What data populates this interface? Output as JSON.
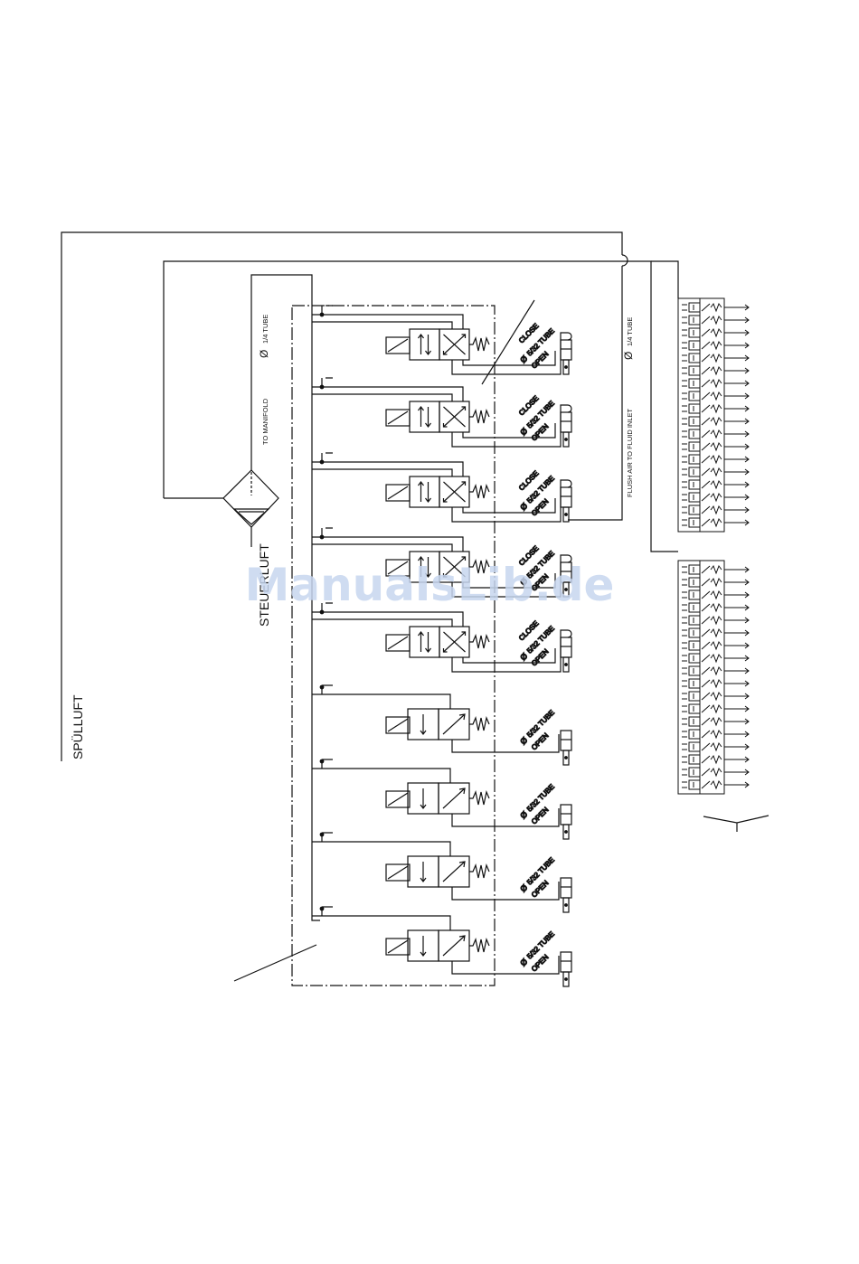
{
  "labels": {
    "purge_air": "SPÜLLUFT",
    "control_air": "STEUERLUFT",
    "to_manifold": "TO MANIFOLD",
    "tube_quarter_left": "1/4 TUBE",
    "tube_quarter_right": "1/4 TUBE",
    "flush_inlet": "FLUSH AIR TO FLUID INLET",
    "close": "CLOSE",
    "tube_5_32": "5/32 TUBE",
    "open": "OPEN",
    "phi": "Ø"
  },
  "watermark": "ManualsLib.de",
  "valves": [
    {
      "type": "4-way",
      "ports": [
        "CLOSE",
        "5/32 TUBE",
        "OPEN"
      ]
    },
    {
      "type": "4-way",
      "ports": [
        "CLOSE",
        "5/32 TUBE",
        "OPEN"
      ]
    },
    {
      "type": "4-way",
      "ports": [
        "CLOSE",
        "5/32 TUBE",
        "OPEN"
      ]
    },
    {
      "type": "4-way",
      "ports": [
        "CLOSE",
        "5/32 TUBE",
        "OPEN"
      ]
    },
    {
      "type": "4-way",
      "ports": [
        "CLOSE",
        "5/32 TUBE",
        "OPEN"
      ]
    },
    {
      "type": "3-way",
      "ports": [
        "5/32 TUBE",
        "OPEN"
      ]
    },
    {
      "type": "3-way",
      "ports": [
        "5/32 TUBE",
        "OPEN"
      ]
    },
    {
      "type": "3-way",
      "ports": [
        "5/32 TUBE",
        "OPEN"
      ]
    },
    {
      "type": "3-way",
      "ports": [
        "5/32 TUBE",
        "OPEN"
      ]
    }
  ],
  "manifold_blocks": [
    {
      "stations": 18
    },
    {
      "stations": 18
    }
  ],
  "colors": {
    "line": "#111111",
    "watermark": "#c7d6ee"
  }
}
